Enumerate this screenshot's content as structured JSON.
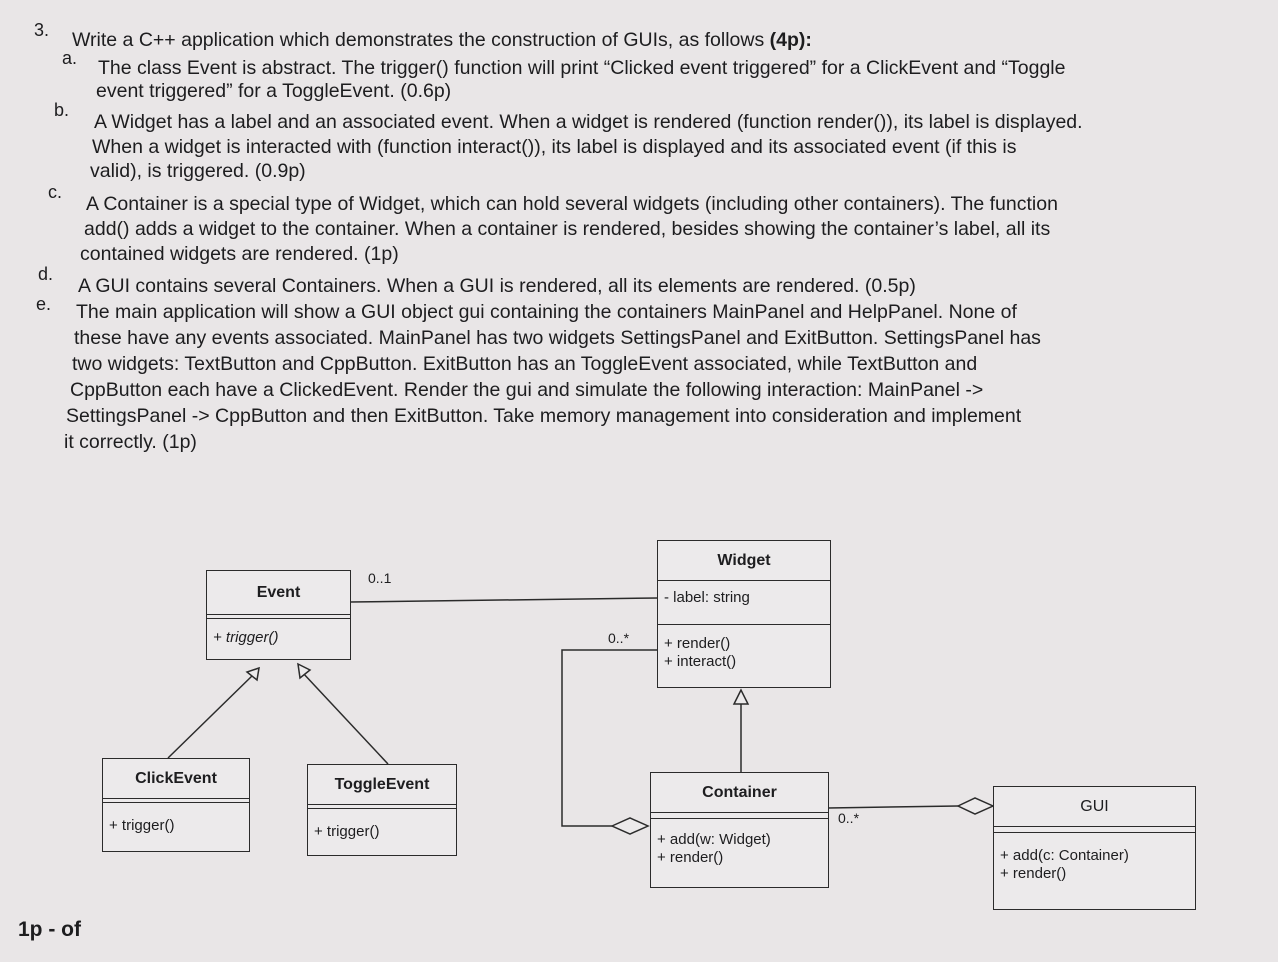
{
  "question": {
    "number": "3.",
    "intro": "Write a C++ application which demonstrates the construction of GUIs, as follows",
    "intro_points": "(4p):",
    "items": [
      {
        "marker": "a.",
        "lines": [
          "The class Event is abstract. The trigger() function will print “Clicked event triggered” for a ClickEvent and “Toggle",
          "event triggered” for a ToggleEvent. (0.6p)"
        ]
      },
      {
        "marker": "b.",
        "lines": [
          "A Widget has a label and an associated event. When a widget is rendered (function render()), its label is displayed.",
          "When a widget is interacted with (function interact()), its label is displayed and its associated event (if this is",
          "valid), is triggered. (0.9p)"
        ]
      },
      {
        "marker": "c.",
        "lines": [
          "A Container is a special type of Widget, which can hold several widgets (including other containers). The function",
          "add() adds a widget to the container. When a container is rendered, besides showing the container’s label, all its",
          "contained widgets are rendered. (1p)"
        ]
      },
      {
        "marker": "d.",
        "lines": [
          "A GUI contains several Containers. When a GUI is rendered, all its elements are rendered. (0.5p)"
        ]
      },
      {
        "marker": "e.",
        "lines": [
          "The main application will show a GUI object gui containing the containers MainPanel and HelpPanel. None of",
          "these have any events associated. MainPanel has two widgets SettingsPanel and ExitButton. SettingsPanel has",
          "two widgets: TextButton and CppButton. ExitButton has an ToggleEvent associated, while TextButton and",
          "CppButton each have a ClickedEvent. Render the gui and simulate the following interaction: MainPanel ->",
          "SettingsPanel -> CppButton and then ExitButton. Take memory management into consideration and implement",
          "it correctly. (1p)"
        ]
      }
    ]
  },
  "diagram": {
    "event": {
      "title": "Event",
      "methods": [
        "+ trigger()"
      ]
    },
    "click_event": {
      "title": "ClickEvent",
      "methods": [
        "+ trigger()"
      ]
    },
    "toggle_event": {
      "title": "ToggleEvent",
      "methods": [
        "+ trigger()"
      ]
    },
    "widget": {
      "title": "Widget",
      "attributes": [
        "- label: string"
      ],
      "methods": [
        "+ render()",
        "+ interact()"
      ]
    },
    "container": {
      "title": "Container",
      "methods": [
        "+ add(w: Widget)",
        "+ render()"
      ]
    },
    "gui": {
      "title": "GUI",
      "methods": [
        "+ add(c: Container)",
        "+ render()"
      ]
    },
    "multiplicities": {
      "event_widget": "0..1",
      "container_widget": "0..*",
      "gui_container": "0..*"
    }
  },
  "footer": "1p - of",
  "colors": {
    "background": "#e9e6e7",
    "ink": "#1d1d1f"
  }
}
